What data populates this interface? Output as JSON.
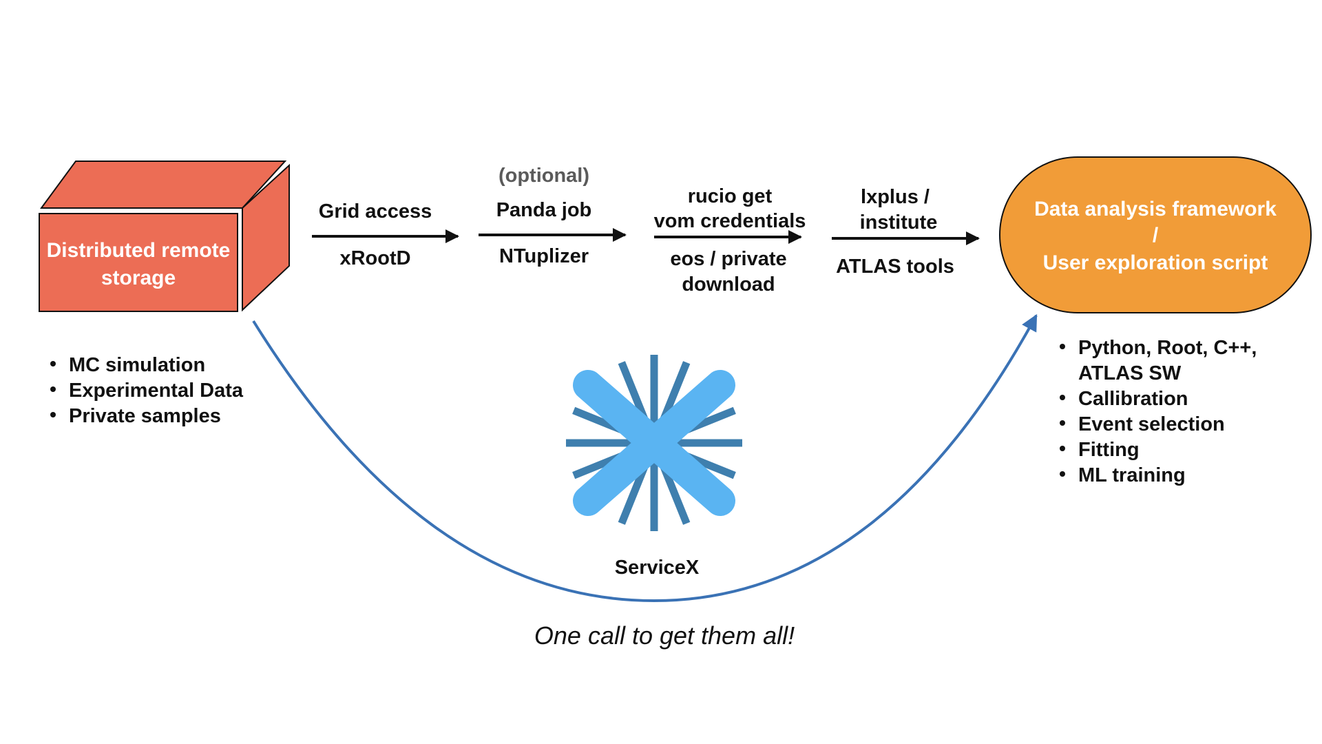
{
  "colors": {
    "storage_fill": "#EC6D55",
    "framework_fill": "#F19C38",
    "curve_stroke": "#3A72B5",
    "logo_light": "#5AB4F2",
    "logo_dark": "#3F7FAE"
  },
  "storage": {
    "line1": "Distributed remote",
    "line2": "storage",
    "bullets": [
      "MC simulation",
      "Experimental Data",
      "Private samples"
    ]
  },
  "steps": [
    {
      "above": [
        "Grid access"
      ],
      "below": [
        "xRootD"
      ]
    },
    {
      "optional": "(optional)",
      "above": [
        "Panda job"
      ],
      "below": [
        "NTuplizer"
      ]
    },
    {
      "above": [
        "rucio get",
        "vom credentials"
      ],
      "below": [
        "eos / private",
        "download"
      ]
    },
    {
      "above": [
        "lxplus /",
        "institute"
      ],
      "below": [
        "ATLAS tools"
      ]
    }
  ],
  "framework": {
    "line1": "Data analysis framework",
    "line2": "/",
    "line3": "User exploration script",
    "bullets": [
      [
        "Python, Root, C++,",
        "ATLAS SW"
      ],
      [
        "Callibration"
      ],
      [
        "Event selection"
      ],
      [
        "Fitting"
      ],
      [
        "ML training"
      ]
    ]
  },
  "servicex": {
    "icon": "servicex-logo-icon",
    "label": "ServiceX",
    "tagline": "One call to get them all!"
  }
}
